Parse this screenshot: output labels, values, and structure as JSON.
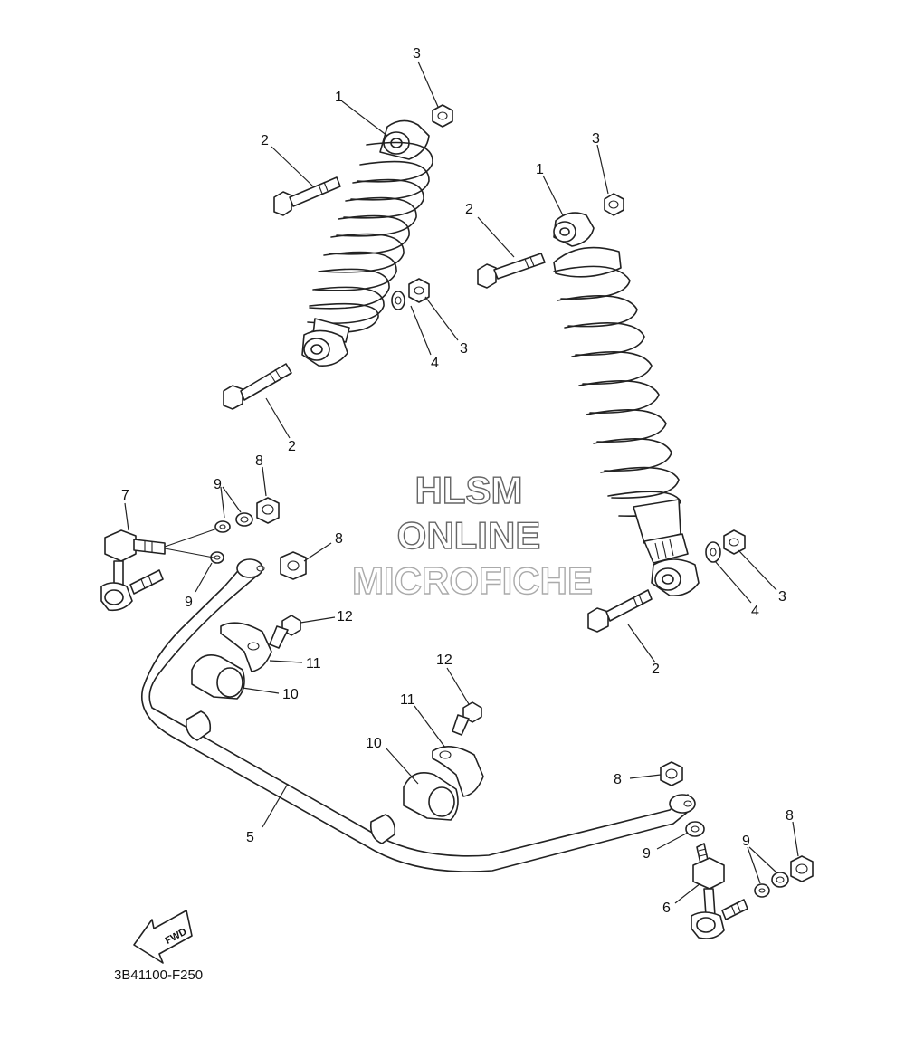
{
  "watermark": {
    "line1": "HLSM",
    "line2": "ONLINE",
    "line3": "MICROFICHE"
  },
  "diagram_code": "3B41100-F250",
  "fwd_label": "FWD",
  "callouts": {
    "a1": "1",
    "a2": "2",
    "a3": "3",
    "a4": "2",
    "a5": "3",
    "a6": "4",
    "b1": "1",
    "b2": "2",
    "b3": "3",
    "b4": "2",
    "b5": "3",
    "b6": "4",
    "c1": "7",
    "c2": "9",
    "c3": "8",
    "c4": "9",
    "c5": "8",
    "c6": "12",
    "c7": "11",
    "c8": "10",
    "c9": "12",
    "c10": "11",
    "c11": "10",
    "c12": "5",
    "d1": "8",
    "d2": "9",
    "d3": "9",
    "d4": "8",
    "d5": "6"
  },
  "icons": [
    "shock-absorber",
    "bolt",
    "nut",
    "washer",
    "stabilizer-bar",
    "bushing",
    "bracket",
    "link",
    "forward-arrow"
  ]
}
